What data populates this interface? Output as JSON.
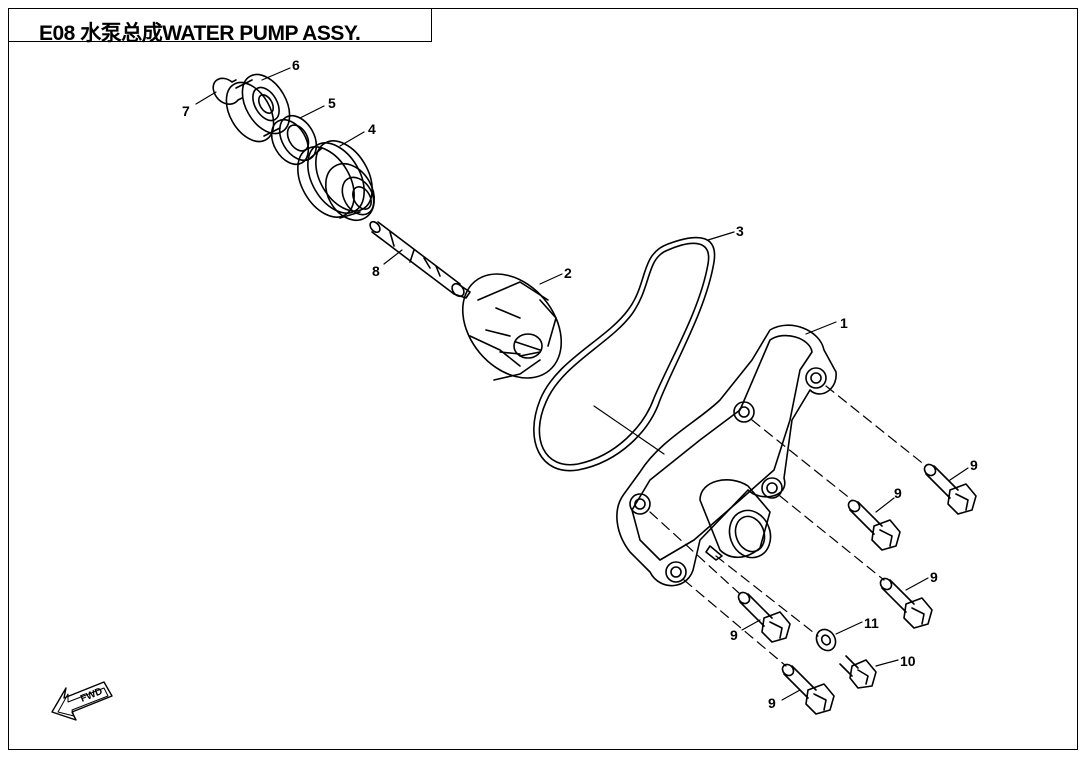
{
  "diagram": {
    "title": "E08 水泵总成WATER PUMP ASSY.",
    "fwd_label": "FWD",
    "callouts": {
      "c1": "1",
      "c2": "2",
      "c3": "3",
      "c4": "4",
      "c5": "5",
      "c6": "6",
      "c7": "7",
      "c8": "8",
      "c9a": "9",
      "c9b": "9",
      "c9c": "9",
      "c9d": "9",
      "c9e": "9",
      "c10": "10",
      "c11": "11"
    }
  }
}
